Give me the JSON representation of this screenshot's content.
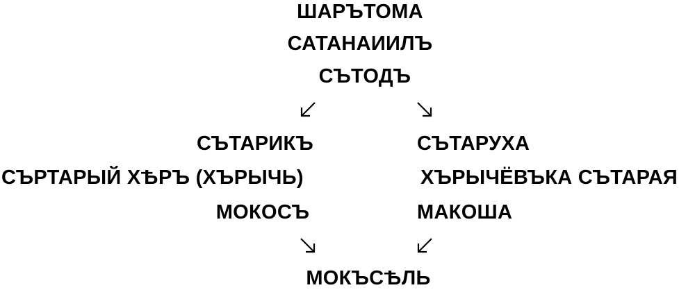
{
  "top": {
    "line1": "ШАРЪТОМА",
    "line2": "САТАНАИИЛЪ",
    "line3": "СЪТОДЪ"
  },
  "left": {
    "line1": "СЪТАРИКЪ",
    "line2": "СЪРТАРЫЙ ХѢРЪ (ХЪРЫЧЬ)",
    "line3": "МОКОСЪ"
  },
  "right": {
    "line1": "СЪТАРУХА",
    "line2": "ХЪРЫЧЁВЪКА СЪТАРАЯ",
    "line3": "МАКОША"
  },
  "bottom": {
    "line1": "МОКЪСѢЛЬ"
  },
  "icons": {
    "arrow_top_left": "arrow-down-left-icon",
    "arrow_top_right": "arrow-down-right-icon",
    "arrow_bottom_left": "arrow-down-right-icon",
    "arrow_bottom_right": "arrow-down-left-icon"
  }
}
